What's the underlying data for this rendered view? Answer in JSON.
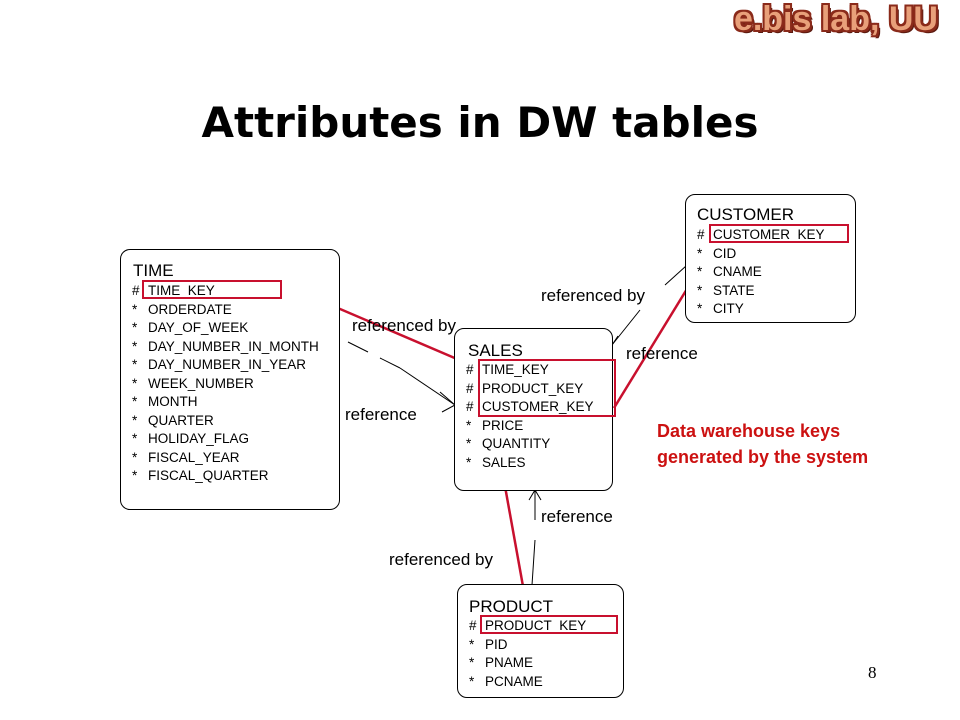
{
  "logo": "e.bis lab, UU",
  "title": "Attributes in DW tables",
  "entities": {
    "time": {
      "name": "TIME",
      "attrs": [
        {
          "mark": "#",
          "text": "TIME_KEY"
        },
        {
          "mark": "*",
          "text": "ORDERDATE"
        },
        {
          "mark": "*",
          "text": "DAY_OF_WEEK"
        },
        {
          "mark": "*",
          "text": "DAY_NUMBER_IN_MONTH"
        },
        {
          "mark": "*",
          "text": "DAY_NUMBER_IN_YEAR"
        },
        {
          "mark": "*",
          "text": "WEEK_NUMBER"
        },
        {
          "mark": "*",
          "text": "MONTH"
        },
        {
          "mark": "*",
          "text": "QUARTER"
        },
        {
          "mark": "*",
          "text": "HOLIDAY_FLAG"
        },
        {
          "mark": "*",
          "text": "FISCAL_YEAR"
        },
        {
          "mark": "*",
          "text": "FISCAL_QUARTER"
        }
      ]
    },
    "sales": {
      "name": "SALES",
      "attrs": [
        {
          "mark": "#",
          "text": "TIME_KEY"
        },
        {
          "mark": "#",
          "text": "PRODUCT_KEY"
        },
        {
          "mark": "#",
          "text": "CUSTOMER_KEY"
        },
        {
          "mark": "*",
          "text": "PRICE"
        },
        {
          "mark": "*",
          "text": "QUANTITY"
        },
        {
          "mark": "*",
          "text": "SALES"
        }
      ]
    },
    "customer": {
      "name": "CUSTOMER",
      "attrs": [
        {
          "mark": "#",
          "text": "CUSTOMER_KEY"
        },
        {
          "mark": "*",
          "text": "CID"
        },
        {
          "mark": "*",
          "text": "CNAME"
        },
        {
          "mark": "*",
          "text": "STATE"
        },
        {
          "mark": "*",
          "text": "CITY"
        }
      ]
    },
    "product": {
      "name": "PRODUCT",
      "attrs": [
        {
          "mark": "#",
          "text": "PRODUCT_KEY"
        },
        {
          "mark": "*",
          "text": "PID"
        },
        {
          "mark": "*",
          "text": "PNAME"
        },
        {
          "mark": "*",
          "text": "PCNAME"
        }
      ]
    }
  },
  "relations": {
    "time_referenced_by": "referenced by",
    "time_reference": "reference",
    "customer_referenced_by": "referenced by",
    "customer_reference": "reference",
    "product_reference": "reference",
    "product_referenced_by": "referenced by"
  },
  "note": {
    "line1": "Data warehouse keys",
    "line2": "generated by the system"
  },
  "page_number": "8",
  "colors": {
    "highlight": "#c8102e",
    "note": "#cc1111",
    "logo_fill": "#e8a07a",
    "logo_outline": "#8a2a1a"
  }
}
